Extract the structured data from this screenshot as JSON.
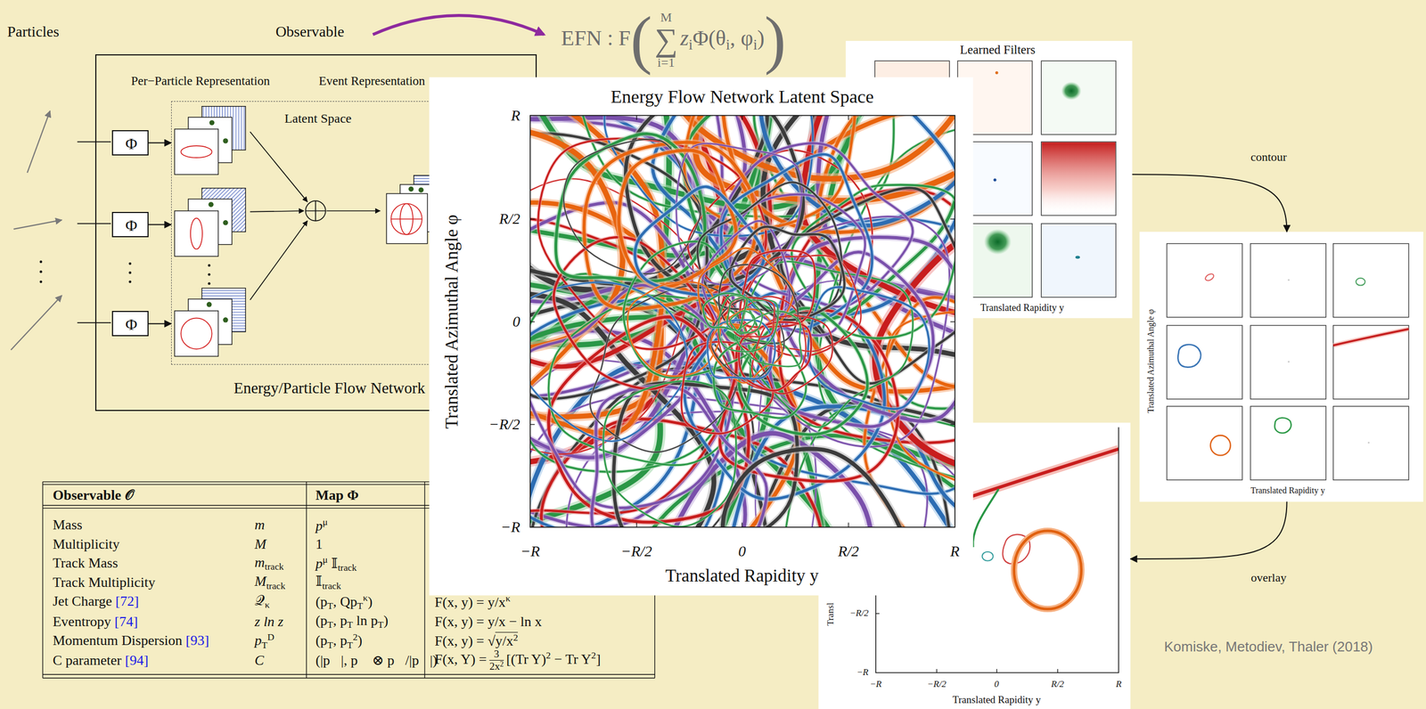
{
  "diagram": {
    "nodes": [
      {
        "text": [
          "Per−Particle Representation",
          "Event Representation",
          "Energy/Particle Flow Network"
        ]
      },
      {
        "text": [
          "Latent Space"
        ],
        "in": 0
      },
      {
        "text": [
          "Φ"
        ],
        "in": 0
      },
      {
        "text": [
          "Φ"
        ],
        "in": 0
      },
      {
        "text": [
          "Φ"
        ],
        "in": 0
      },
      {
        "text": [
          "Energy Flow Network Latent Space",
          "R",
          "R/2",
          "0",
          "−R/2",
          "−R",
          "−R",
          "−R/2",
          "0",
          "R/2",
          "R",
          "Translated Rapidity y",
          "Translated Azimuthal Angle φ"
        ]
      },
      {
        "text": [
          "Learned Filters",
          "Translated Rapidity y"
        ]
      },
      {
        "text": [
          "Translated Azimuthal Angle φ",
          "Translated Rapidity y"
        ]
      },
      {
        "text": [
          "Transl",
          "−R/2",
          "−R",
          "−R",
          "−R/2",
          "0",
          "R/2",
          "R",
          "Translated Rapidity y"
        ]
      }
    ],
    "edges": [
      {
        "from": 2,
        "to": 1,
        "arrow": "to"
      },
      {
        "from": 3,
        "to": 1,
        "arrow": "to"
      },
      {
        "from": 4,
        "to": 1,
        "arrow": "to"
      },
      {
        "from": 6,
        "to": 7,
        "label": "contour",
        "arrow": "to"
      },
      {
        "from": 7,
        "to": 8,
        "label": "overlay",
        "arrow": "to"
      }
    ],
    "labels": [
      "Particles",
      "Observable",
      "EFN : F",
      "(",
      "M",
      "∑",
      "i=1",
      "z",
      "i",
      "Φ(θ",
      "i",
      ", φ",
      "i",
      ")",
      ")",
      "Observable 𝒪",
      "Map Φ",
      "Mass",
      "m",
      "p",
      "μ",
      "Multiplicity",
      "M",
      "1",
      "Track Mass",
      "m",
      "track",
      "p",
      "μ",
      "𝕀",
      "track",
      "Track Multiplicity",
      "M",
      "track",
      "𝕀",
      "track",
      "Jet Charge",
      "[72]",
      "𝒬",
      "κ",
      "(p",
      "T",
      ", Qp",
      "T",
      "κ",
      ")",
      "F(x, y) = y/x",
      "κ",
      "Eventropy",
      "[74]",
      "z ln z",
      "(p",
      "T",
      ", p",
      "T",
      "ln p",
      "T",
      ")",
      "F(x, y) = y/x − ln x",
      "Momentum Dispersion",
      "[93]",
      "p",
      "T",
      "D",
      "(p",
      "T",
      ", p",
      "T",
      "2",
      ")",
      "F(x, y) = √",
      "y/x",
      "2",
      "C parameter",
      "[94]",
      "C",
      "(|p⃗|, p⃗ ⊗ p⃗/|p⃗|)",
      "F(x, Y) =",
      "3",
      "2x",
      "2",
      "[(Tr Y)",
      "2",
      "− Tr Y",
      "2",
      "]",
      "Komiske, Metodiev, Thaler (2018)"
    ]
  }
}
